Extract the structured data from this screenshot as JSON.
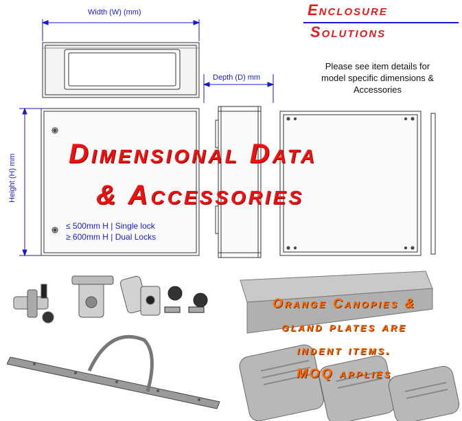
{
  "brand": {
    "line1": "Enclosure",
    "line2": "Solutions",
    "color": "#e31b1b"
  },
  "dimensions": {
    "width_label": "Width (W) (mm)",
    "depth_label": "Depth (D)  mm",
    "height_label": "Height (H) mm",
    "line_color": "#1a1acc"
  },
  "note": {
    "line1": "Please see item details for",
    "line2": "model specific dimensions &",
    "line3": "Accessories"
  },
  "title": {
    "line1": "Dimensional Data",
    "line2": "& Accessories",
    "color": "#ee1111"
  },
  "locks": {
    "line1": "≤ 500mm H | Single lock",
    "line2": "≥ 600mm H | Dual Locks"
  },
  "orange_note": {
    "line1": "Orange Canopies &",
    "line2": "gland plates are",
    "line3": "indent items.",
    "line4": "MOQ applies",
    "color": "#ff6a00"
  }
}
